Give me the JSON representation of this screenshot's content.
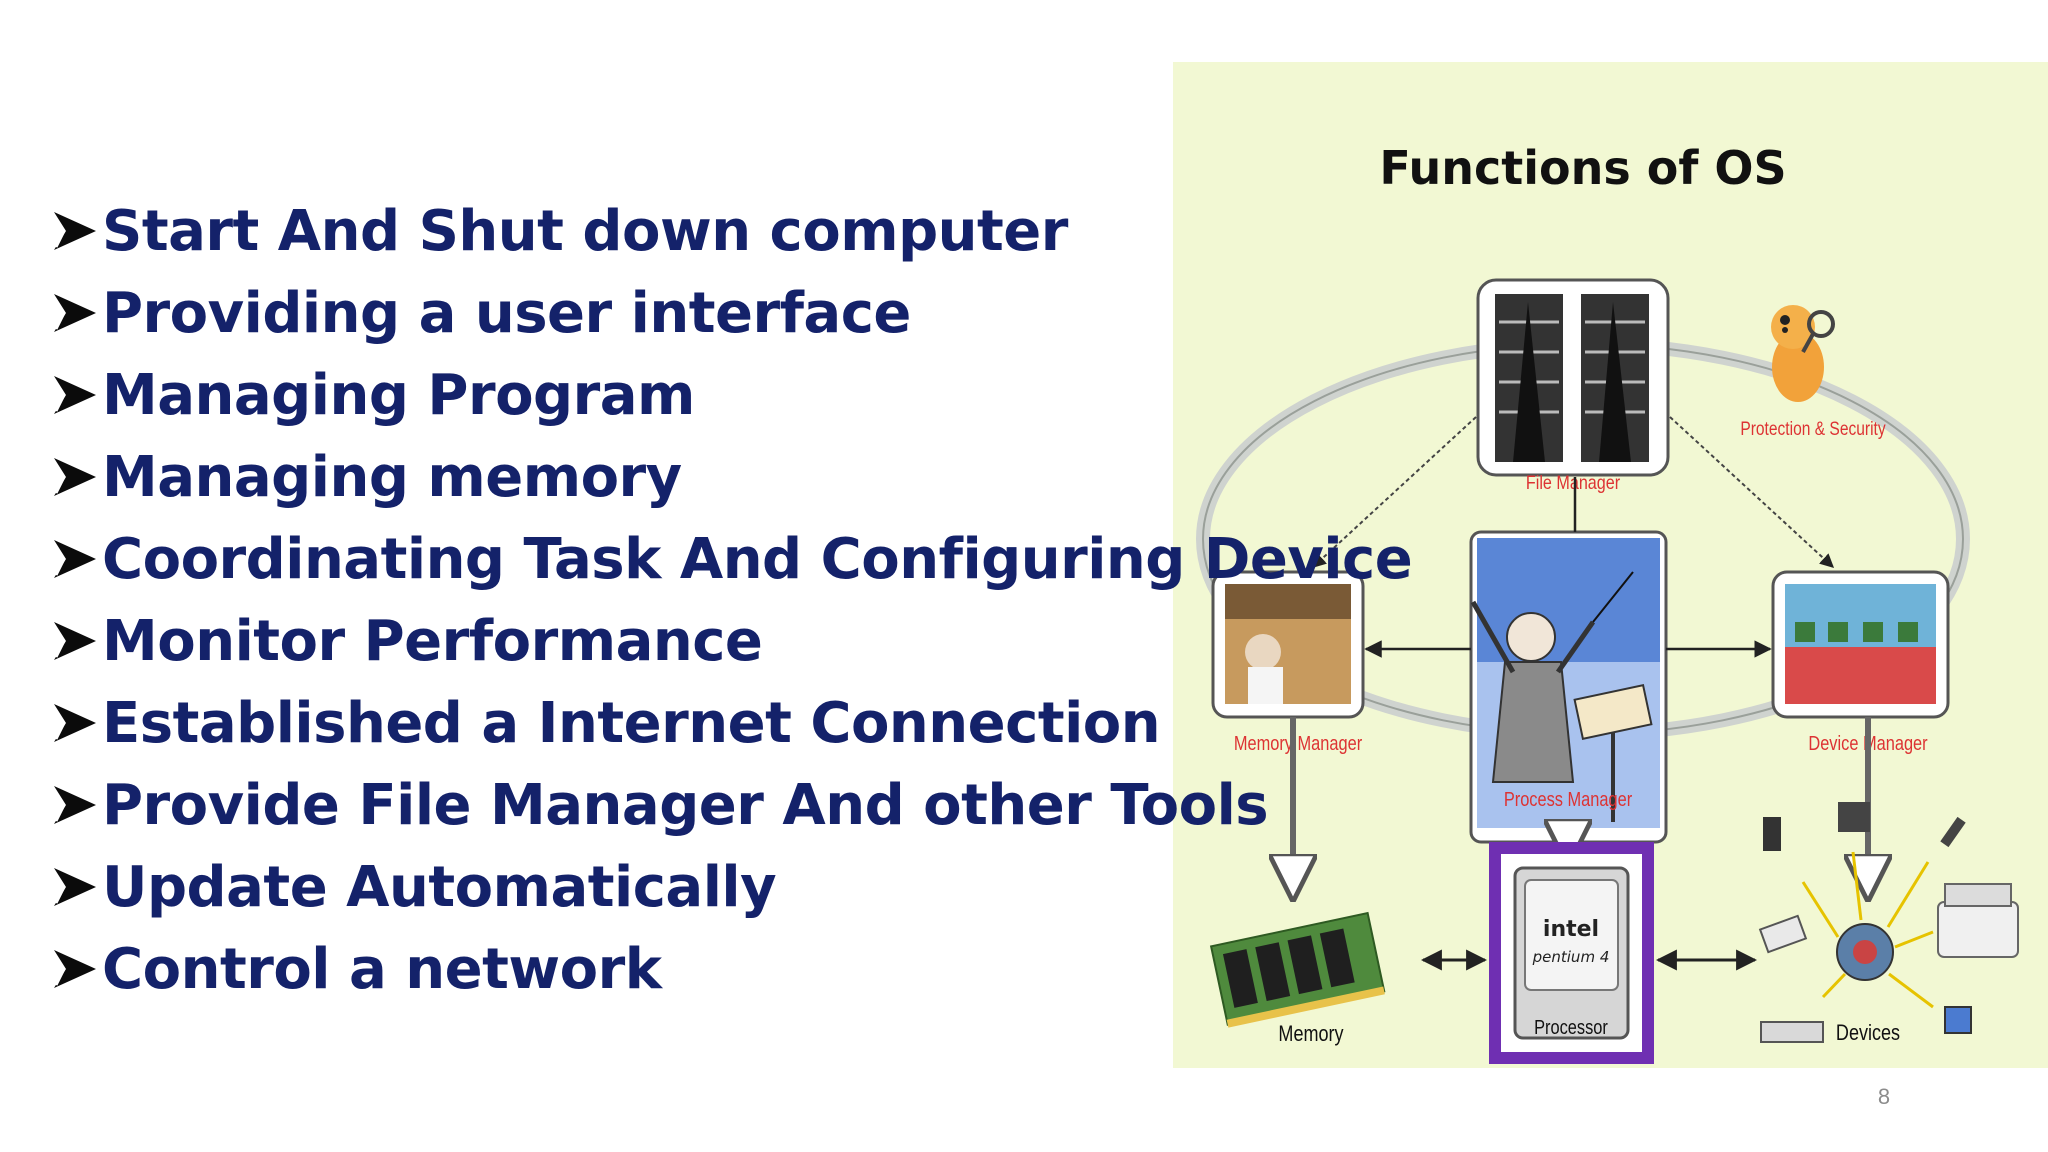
{
  "bullets": [
    "Start And Shut down computer",
    "Providing a user interface",
    "Managing Program",
    "Managing memory",
    "Coordinating Task And Configuring Device",
    "Monitor Performance",
    "Established a Internet Connection",
    "Provide File Manager And other Tools",
    "Update Automatically",
    "Control a network"
  ],
  "figure": {
    "title": "Functions of OS",
    "labels": {
      "file_manager": "File Manager",
      "protection": "Protection & Security",
      "memory_manager": "Memory Manager",
      "process_manager": "Process Manager",
      "device_manager": "Device Manager",
      "memory": "Memory",
      "processor": "Processor",
      "devices": "Devices",
      "intel": "intel",
      "pentium": "pentium 4"
    }
  },
  "page_number": "8",
  "colors": {
    "bullet_text": "#14226a",
    "figure_background": "#f2f8d3"
  }
}
